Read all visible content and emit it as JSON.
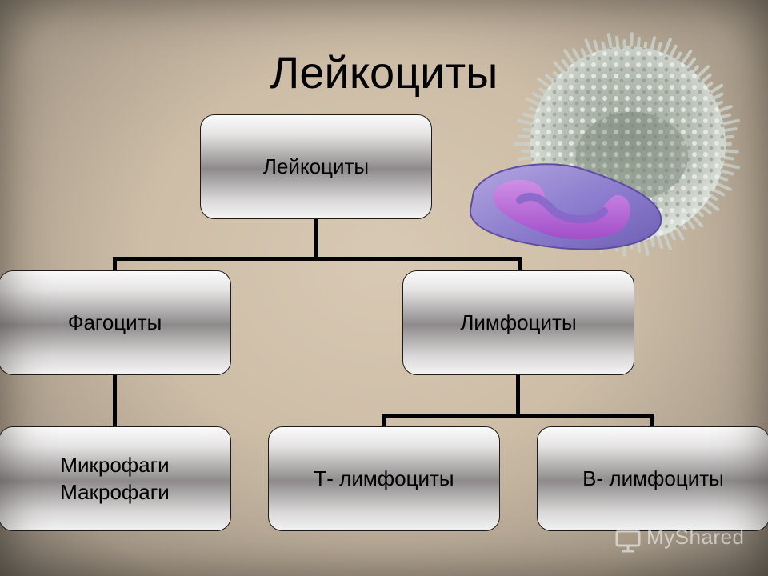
{
  "title": "Лейкоциты",
  "diagram": {
    "root": {
      "label": "Лейкоциты"
    },
    "level1": [
      {
        "label": "Фагоциты"
      },
      {
        "label": "Лимфоциты"
      }
    ],
    "level2": [
      {
        "lines": [
          "Микрофаги",
          "Макрофаги"
        ]
      },
      {
        "label": "Т- лимфоциты"
      },
      {
        "label": "В- лимфоциты"
      }
    ]
  },
  "watermark": {
    "text": "MyShared"
  },
  "colors": {
    "background": "#cdbda7",
    "connector": "#000000",
    "node_mid": "#8e8a8b"
  },
  "images": [
    "leukocyte-cell-illustration",
    "lymphocyte-cell-illustration"
  ]
}
